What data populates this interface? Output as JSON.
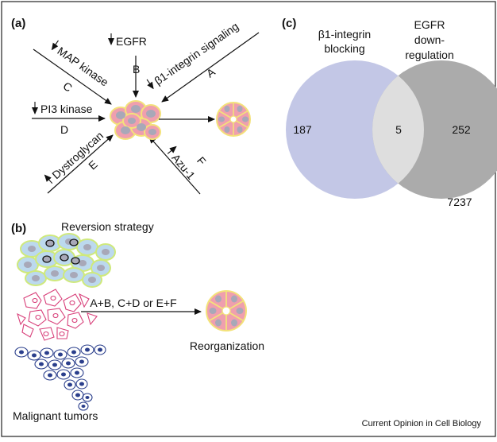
{
  "panels": {
    "a": {
      "label": "(a)"
    },
    "b": {
      "label": "(b)"
    },
    "c": {
      "label": "(c)"
    }
  },
  "pathways": {
    "mapk": {
      "name": "MAP kinase",
      "letter": "C"
    },
    "egfr": {
      "name": "EGFR",
      "letter": "B"
    },
    "b1": {
      "name": "β1-integrin signaling",
      "letter": "A"
    },
    "pi3k": {
      "name": "PI3 kinase",
      "letter": "D"
    },
    "dystro": {
      "name": "Dystroglycan",
      "letter": "E"
    },
    "azu": {
      "name": "Azu-1",
      "letter": "F"
    }
  },
  "panel_b": {
    "title": "Reversion strategy",
    "combos": "A+B, C+D or E+F",
    "result": "Reorganization",
    "tumors": "Malignant tumors"
  },
  "venn": {
    "left_title_1": "β1-integrin",
    "left_title_2": "blocking",
    "right_title_1": "EGFR",
    "right_title_2": "down-",
    "right_title_3": "regulation",
    "left_only": "187",
    "both": "5",
    "right_only": "252",
    "total": "7237",
    "colors": {
      "left": "#c3c7e6",
      "overlap": "#dedede",
      "right": "#ababab"
    }
  },
  "credit": "Current Opinion in Cell Biology",
  "colors": {
    "cell_fill": "#ef9fae",
    "cell_edge": "#f3e27a",
    "nucleus": "#a8a8b8",
    "bluecell": "#bcd9ee",
    "greenedge": "#cfe97c",
    "pinkline": "#d8407a",
    "navy": "#2b3f8c"
  }
}
